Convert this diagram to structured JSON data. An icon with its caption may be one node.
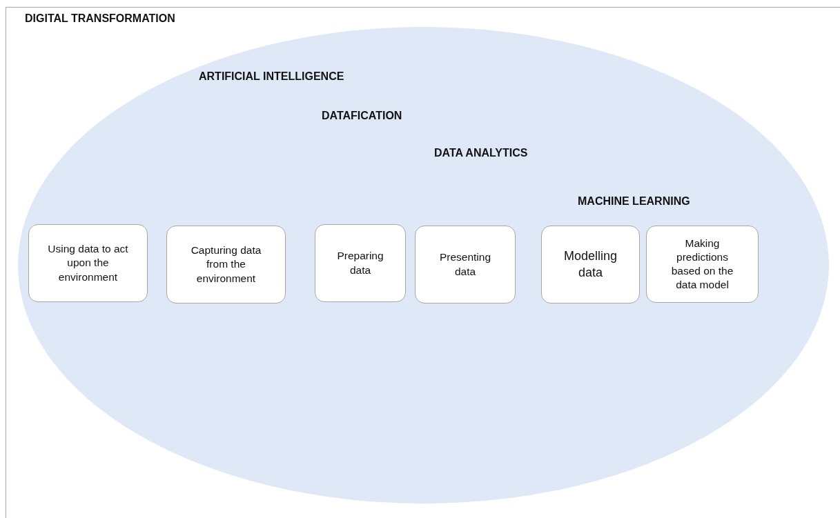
{
  "diagram": {
    "nodes": [
      {
        "text": [
          "DIGITAL TRANSFORMATION"
        ]
      },
      {
        "text": [
          "ARTIFICIAL INTELLIGENCE"
        ],
        "in": 0
      },
      {
        "text": [
          "Using data to act upon the environment"
        ],
        "in": 1
      },
      {
        "text": [
          "Capturing data from the environment"
        ],
        "in": 1
      },
      {
        "text": [
          "Preparing data"
        ],
        "in": 1
      },
      {
        "text": [
          "Presenting data"
        ],
        "in": 1
      },
      {
        "text": [
          "Modelling data"
        ],
        "in": 1
      },
      {
        "text": [
          "Making predictions based on the data model"
        ],
        "in": 1
      }
    ],
    "labels": [
      "DATAFICATION",
      "DATA ANALYTICS",
      "MACHINE LEARNING"
    ]
  }
}
